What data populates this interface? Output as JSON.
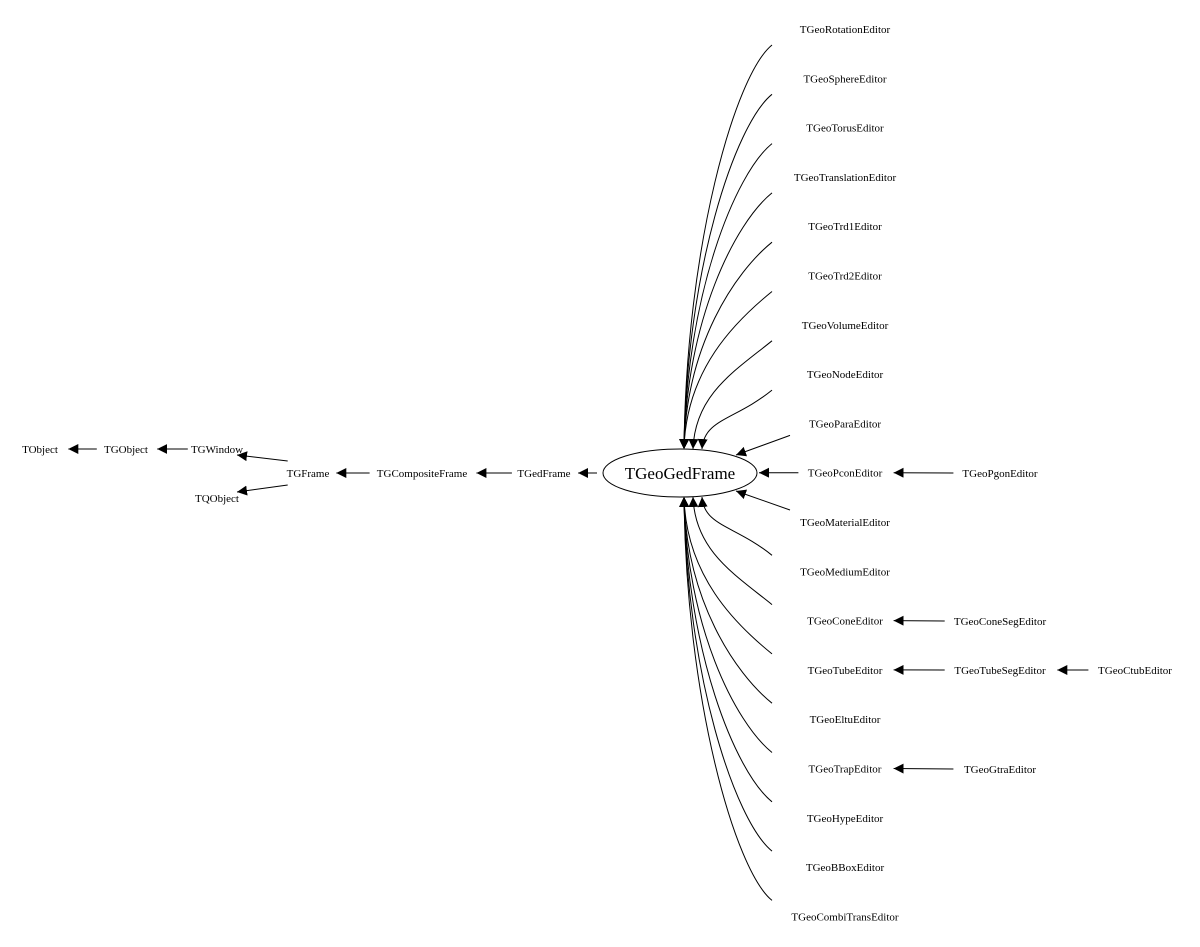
{
  "title": "TGeoGedFrame",
  "nodes": {
    "TObject": "TObject",
    "TGObject": "TGObject",
    "TGWindow": "TGWindow",
    "TQObject": "TQObject",
    "TGFrame": "TGFrame",
    "TGCompositeFrame": "TGCompositeFrame",
    "TGedFrame": "TGedFrame",
    "TGeoGedFrame": "TGeoGedFrame",
    "TGeoRotationEditor": "TGeoRotationEditor",
    "TGeoSphereEditor": "TGeoSphereEditor",
    "TGeoTorusEditor": "TGeoTorusEditor",
    "TGeoTranslationEditor": "TGeoTranslationEditor",
    "TGeoTrd1Editor": "TGeoTrd1Editor",
    "TGeoTrd2Editor": "TGeoTrd2Editor",
    "TGeoVolumeEditor": "TGeoVolumeEditor",
    "TGeoNodeEditor": "TGeoNodeEditor",
    "TGeoParaEditor": "TGeoParaEditor",
    "TGeoPconEditor": "TGeoPconEditor",
    "TGeoMaterialEditor": "TGeoMaterialEditor",
    "TGeoMediumEditor": "TGeoMediumEditor",
    "TGeoConeEditor": "TGeoConeEditor",
    "TGeoTubeEditor": "TGeoTubeEditor",
    "TGeoEltuEditor": "TGeoEltuEditor",
    "TGeoTrapEditor": "TGeoTrapEditor",
    "TGeoHypeEditor": "TGeoHypeEditor",
    "TGeoBBoxEditor": "TGeoBBoxEditor",
    "TGeoCombiTransEditor": "TGeoCombiTransEditor",
    "TGeoPgonEditor": "TGeoPgonEditor",
    "TGeoConeSegEditor": "TGeoConeSegEditor",
    "TGeoTubeSegEditor": "TGeoTubeSegEditor",
    "TGeoGtraEditor": "TGeoGtraEditor",
    "TGeoCtubEditor": "TGeoCtubEditor"
  },
  "edges": [
    [
      "TGObject",
      "TObject"
    ],
    [
      "TGWindow",
      "TGObject"
    ],
    [
      "TGFrame",
      "TGWindow"
    ],
    [
      "TGFrame",
      "TQObject"
    ],
    [
      "TGCompositeFrame",
      "TGFrame"
    ],
    [
      "TGedFrame",
      "TGCompositeFrame"
    ],
    [
      "TGeoGedFrame",
      "TGedFrame"
    ],
    [
      "TGeoPgonEditor",
      "TGeoPconEditor"
    ],
    [
      "TGeoConeSegEditor",
      "TGeoConeEditor"
    ],
    [
      "TGeoTubeSegEditor",
      "TGeoTubeEditor"
    ],
    [
      "TGeoCtubEditor",
      "TGeoTubeSegEditor"
    ],
    [
      "TGeoGtraEditor",
      "TGeoTrapEditor"
    ]
  ],
  "children_of_main": [
    "TGeoRotationEditor",
    "TGeoSphereEditor",
    "TGeoTorusEditor",
    "TGeoTranslationEditor",
    "TGeoTrd1Editor",
    "TGeoTrd2Editor",
    "TGeoVolumeEditor",
    "TGeoNodeEditor",
    "TGeoParaEditor",
    "TGeoPconEditor",
    "TGeoMaterialEditor",
    "TGeoMediumEditor",
    "TGeoConeEditor",
    "TGeoTubeEditor",
    "TGeoEltuEditor",
    "TGeoTrapEditor",
    "TGeoHypeEditor",
    "TGeoBBoxEditor",
    "TGeoCombiTransEditor"
  ]
}
